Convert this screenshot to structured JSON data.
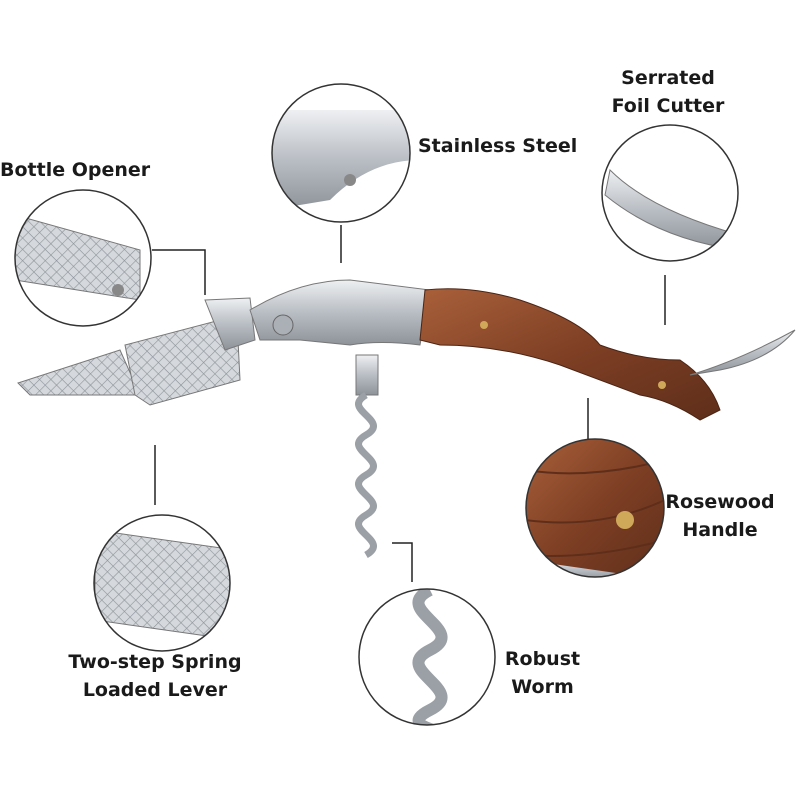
{
  "labels": {
    "bottle_opener": "Bottle Opener",
    "stainless_steel": "Stainless Steel",
    "foil_cutter_line1": "Serrated",
    "foil_cutter_line2": "Foil Cutter",
    "rosewood_line1": "Rosewood",
    "rosewood_line2": "Handle",
    "lever_line1": "Two-step Spring",
    "lever_line2": "Loaded Lever",
    "worm_line1": "Robust",
    "worm_line2": "Worm"
  },
  "colors": {
    "steel": "#c9cdd1",
    "steel_dark": "#8d9399",
    "wood": "#8a4a2c",
    "wood_dark": "#5e2e1a",
    "line": "#222222"
  }
}
